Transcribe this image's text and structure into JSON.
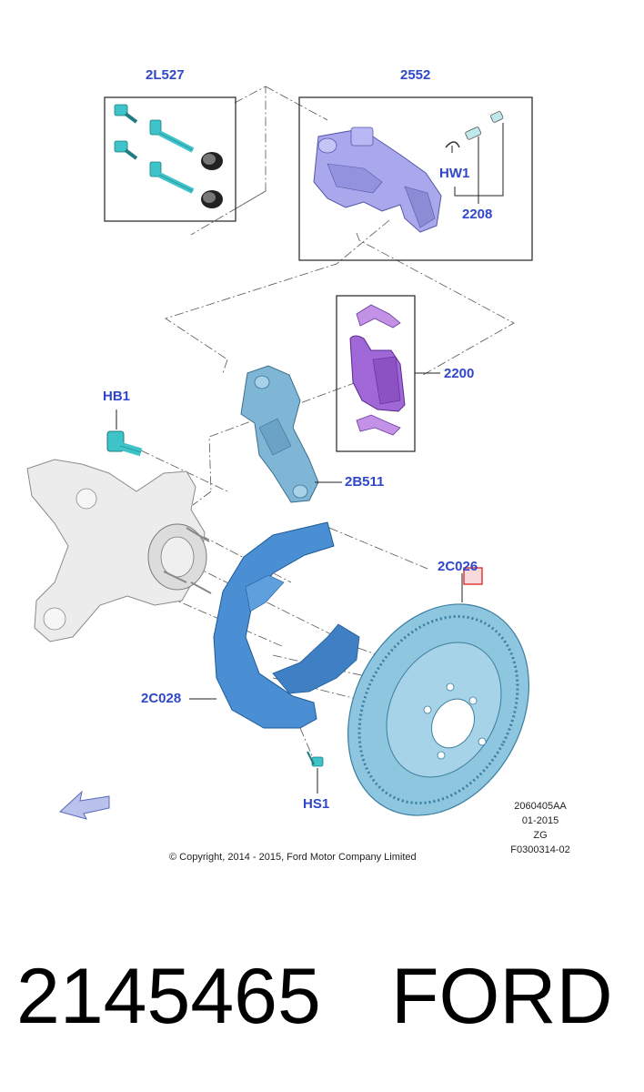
{
  "callouts": {
    "c2l527": "2L527",
    "c2552": "2552",
    "hw1": "HW1",
    "c2208": "2208",
    "c2200": "2200",
    "hb1": "HB1",
    "c2b511": "2B511",
    "c2c026": "2C026",
    "c2c028": "2C028",
    "hs1": "HS1"
  },
  "meta": {
    "line1": "2060405AA",
    "line2": "01-2015",
    "line3": "ZG",
    "line4": "F0300314-02"
  },
  "copyright": "© Copyright, 2014 - 2015, Ford Motor Company Limited",
  "footer": {
    "part_number": "2145465",
    "brand": "FORD"
  },
  "colors": {
    "callout_blue": "#2f47c8",
    "caliper": "#a9a8ec",
    "pads": "#a067d6",
    "bracket": "#7fb6d6",
    "shield": "#4a8fd3",
    "rotor": "#8fc6df",
    "bolt": "#3ec3c8",
    "knuckle": "#e4e4e4",
    "highlight": "#e03030"
  }
}
